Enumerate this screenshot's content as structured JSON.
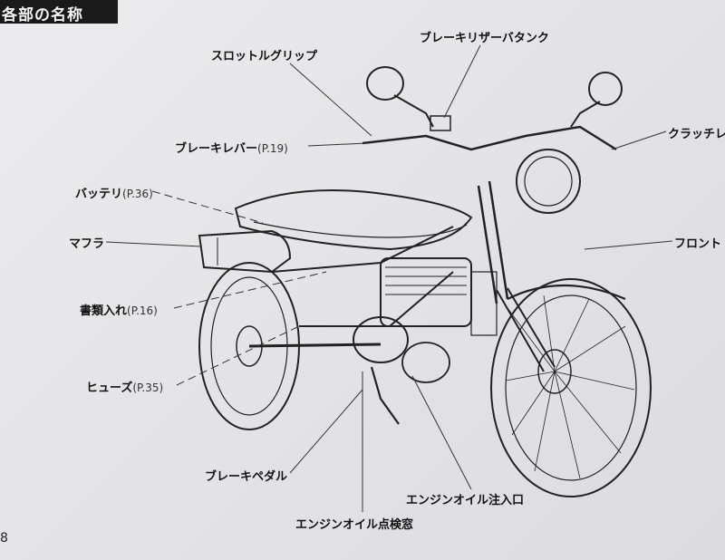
{
  "header": {
    "title": "各部の名称"
  },
  "page_number": "8",
  "labels": {
    "throttle_grip": "スロットルグリップ",
    "brake_reservoir": "ブレーキリザーバタンク",
    "brake_lever": "ブレーキレバー",
    "brake_lever_ref": "(P.19)",
    "battery": "バッテリ",
    "battery_ref": "(P.36)",
    "muffler": "マフラ",
    "document_holder": "書類入れ",
    "document_holder_ref": "(P.16)",
    "fuse": "ヒューズ",
    "fuse_ref": "(P.35)",
    "brake_pedal": "ブレーキペダル",
    "oil_inspection_window": "エンジンオイル点検窓",
    "oil_filler": "エンジンオイル注入口",
    "clutch_lever": "クラッチレ",
    "front": "フロント"
  }
}
